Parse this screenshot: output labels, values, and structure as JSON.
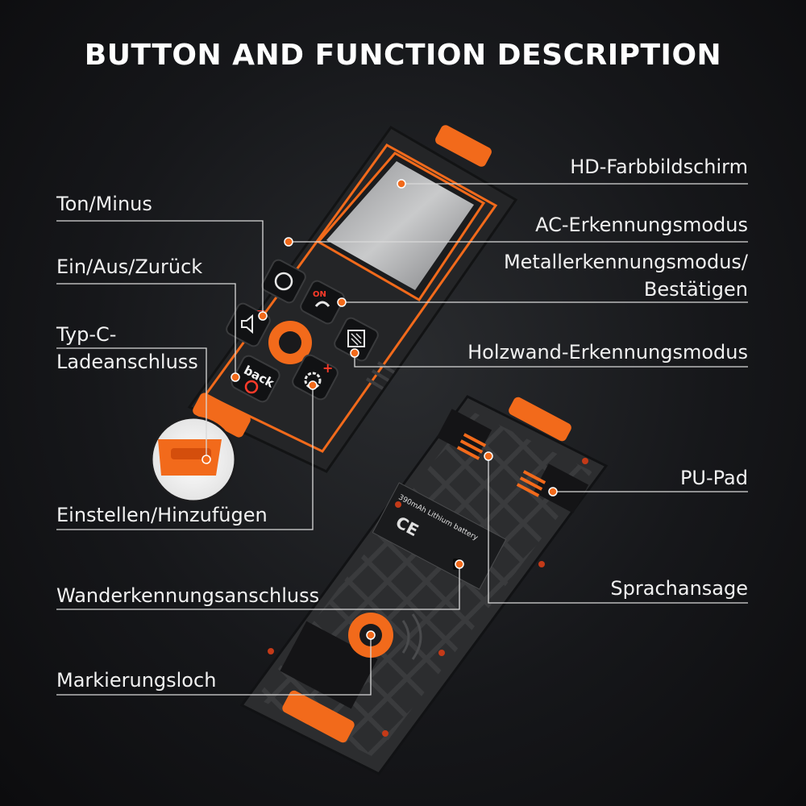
{
  "heading": "BUTTON AND FUNCTION DESCRIPTION",
  "labels": {
    "display": "HD-Farbbildschirm",
    "ac_mode": "AC-Erkennungsmodus",
    "metal_mode_line1": "Metallerkennungsmodus/",
    "metal_mode_line2": "Bestätigen",
    "wood_mode": "Holzwand-Erkennungsmodus",
    "pu_pad": "PU-Pad",
    "voice": "Sprachansage",
    "sound_minus": "Ton/Minus",
    "power_back": "Ein/Aus/Zurück",
    "typec_line1": "Typ-C-",
    "typec_line2": "Ladeanschluss",
    "settings_add": "Einstellen/Hinzufügen",
    "wall_port": "Wanderkennungsanschluss",
    "marking_hole": "Markierungsloch"
  },
  "device": {
    "back_button": "back",
    "on_label": "ON",
    "battery_text": "390mAh Lithium battery",
    "ce_mark": "CE"
  },
  "colors": {
    "accent": "#f26a1b",
    "body": "#2b2c2e",
    "leader": "#d9d9d9"
  }
}
